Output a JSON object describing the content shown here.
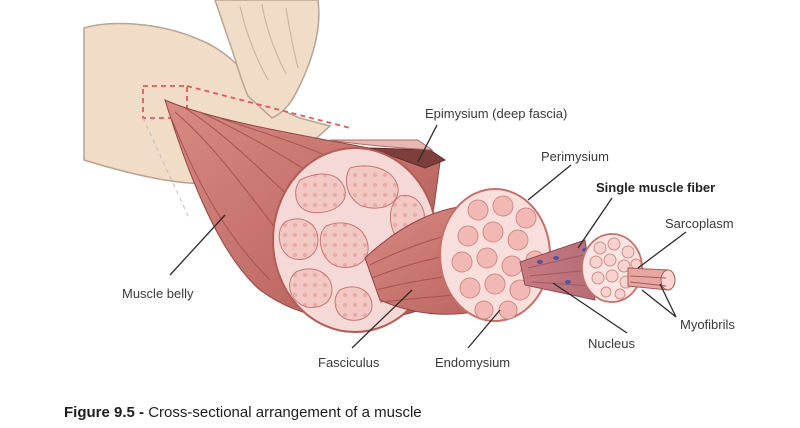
{
  "labels": {
    "epimysium": "Epimysium (deep fascia)",
    "perimysium": "Perimysium",
    "single_fiber": "Single muscle fiber",
    "sarcoplasm": "Sarcoplasm",
    "muscle_belly": "Muscle belly",
    "myofibrils": "Myofibrils",
    "nucleus": "Nucleus",
    "fasciculus": "Fasciculus",
    "endomysium": "Endomysium"
  },
  "caption": {
    "prefix": "Figure 9.5 -",
    "text": " Cross-sectional arrangement of a muscle"
  },
  "colors": {
    "skin": "#f1dcc7",
    "skin_outline": "#b7a493",
    "muscle": "#c8766f",
    "muscle_dark": "#a35450",
    "cross_section": "#f5d9d6",
    "fascicle": "#e29a95",
    "leader_line": "#2b2b2b",
    "dashed_box": "#e05a5a"
  }
}
